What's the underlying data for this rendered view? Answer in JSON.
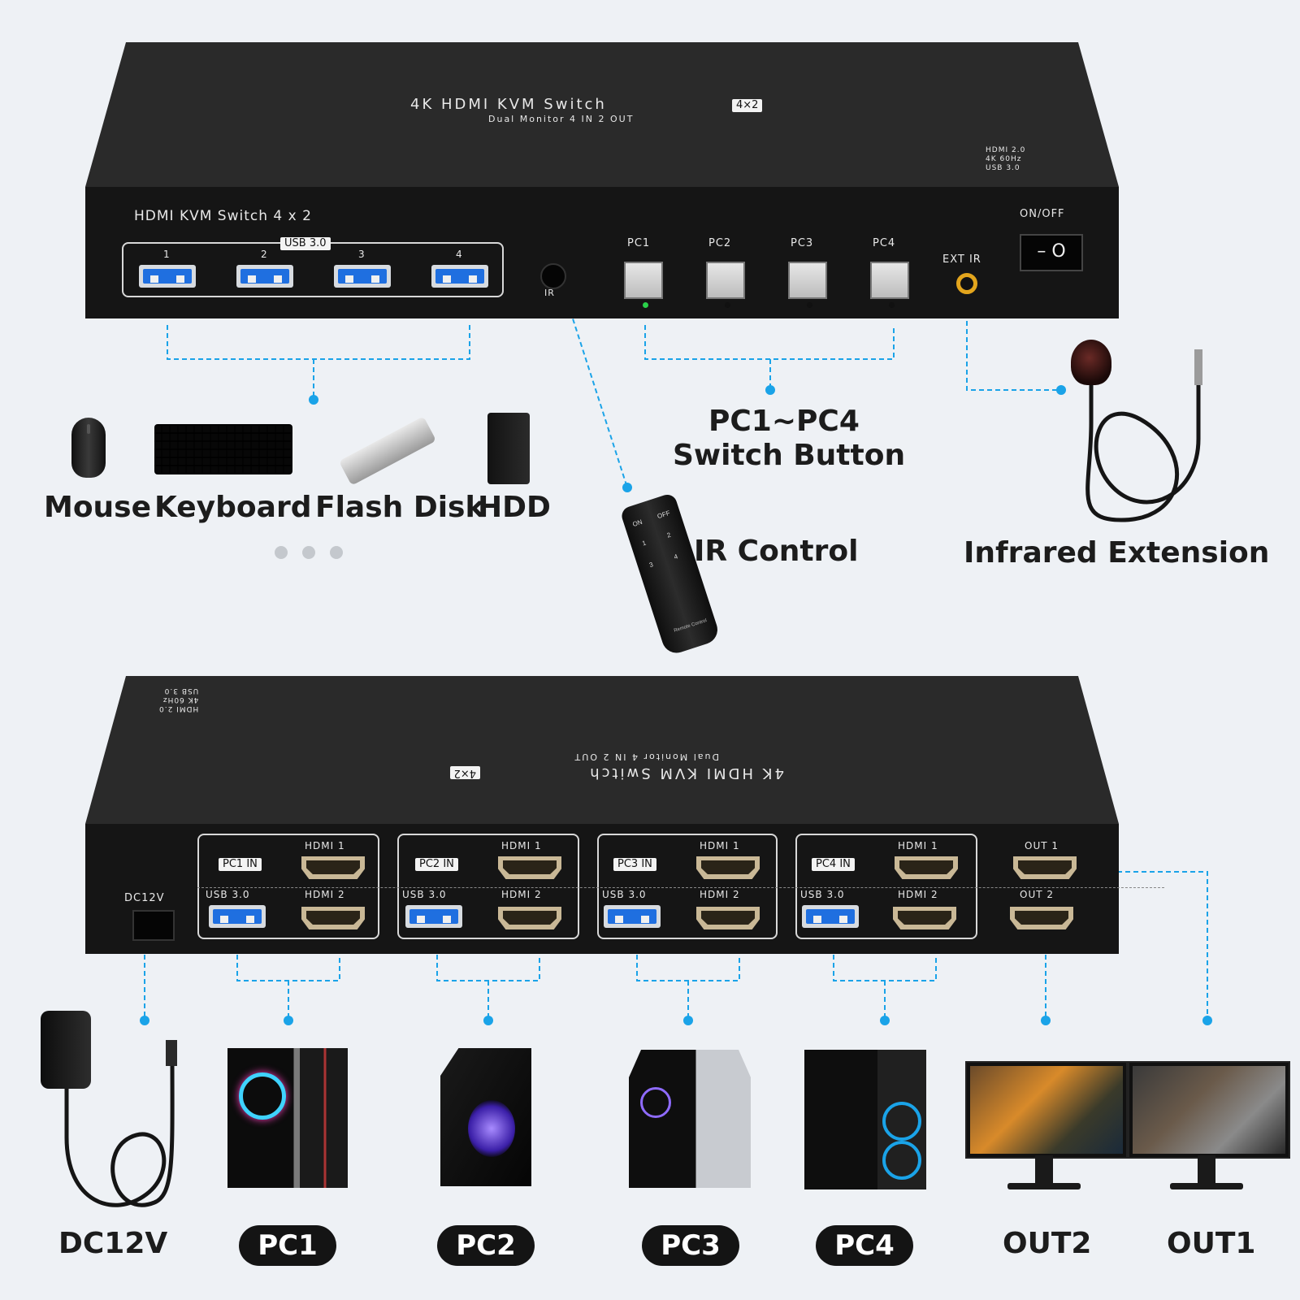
{
  "accent": "#1aa3e8",
  "top_device": {
    "brand_title": "4K HDMI KVM Switch",
    "brand_badge": "4×2",
    "brand_subtitle": "Dual Monitor 4 IN 2 OUT",
    "spec_lines": [
      "HDMI 2.0",
      "4K 60Hz",
      "USB   3.0"
    ],
    "front_label": "HDMI KVM Switch 4 x 2",
    "usb_group_label": "USB 3.0",
    "usb_port_numbers": [
      "1",
      "2",
      "3",
      "4"
    ],
    "ir_label": "IR",
    "pc_buttons": [
      "PC1",
      "PC2",
      "PC3",
      "PC4"
    ],
    "ext_ir_label": "EXT IR",
    "power_label": "ON/OFF",
    "power_switch": "– O"
  },
  "top_captions": {
    "peripherals": [
      "Mouse",
      "Keyboard",
      "Flash Disk",
      "HDD"
    ],
    "switch_button": [
      "PC1~PC4",
      "Switch Button"
    ],
    "ir_control": "IR Control",
    "infrared_extension": "Infrared Extension"
  },
  "remote": {
    "on": "ON",
    "off": "OFF",
    "keys": [
      "1",
      "2",
      "3",
      "4"
    ],
    "brand": "Remote Control"
  },
  "bottom_device": {
    "dc_label": "DC12V",
    "groups": [
      {
        "in": "PC1 IN",
        "hdmi1": "HDMI 1",
        "usb": "USB 3.0",
        "hdmi2": "HDMI 2"
      },
      {
        "in": "PC2 IN",
        "hdmi1": "HDMI 1",
        "usb": "USB 3.0",
        "hdmi2": "HDMI 2"
      },
      {
        "in": "PC3 IN",
        "hdmi1": "HDMI 1",
        "usb": "USB 3.0",
        "hdmi2": "HDMI 2"
      },
      {
        "in": "PC4 IN",
        "hdmi1": "HDMI 1",
        "usb": "USB 3.0",
        "hdmi2": "HDMI 2"
      }
    ],
    "out1": "OUT 1",
    "out2": "OUT 2"
  },
  "bottom_captions": [
    "DC12V",
    "PC1",
    "PC2",
    "PC3",
    "PC4",
    "OUT2",
    "OUT1"
  ]
}
